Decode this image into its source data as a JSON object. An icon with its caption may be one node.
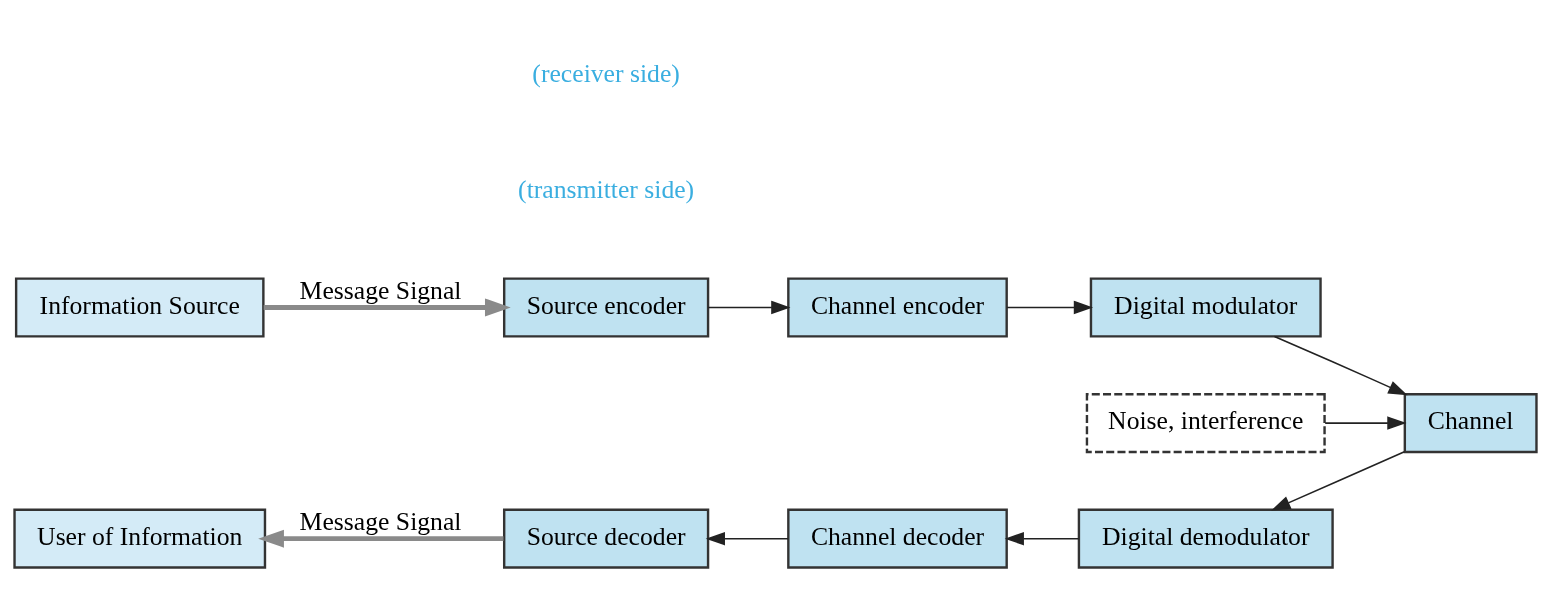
{
  "diagram": {
    "nodes": [
      {
        "text": [
          "Information Source"
        ]
      },
      {
        "text": [
          "Source encoder"
        ]
      },
      {
        "text": [
          "Channel encoder"
        ]
      },
      {
        "text": [
          "Digital modulator"
        ]
      },
      {
        "text": [
          "Noise, interference"
        ]
      },
      {
        "text": [
          "Channel"
        ]
      },
      {
        "text": [
          "Digital demodulator"
        ]
      },
      {
        "text": [
          "Channel decoder"
        ]
      },
      {
        "text": [
          "Source decoder"
        ]
      },
      {
        "text": [
          "User of Information"
        ]
      }
    ],
    "edges": [
      {
        "from": 0,
        "to": 1,
        "arrow": "to",
        "label": "Message Signal",
        "style": "thick",
        "color": "#8a8a8a"
      },
      {
        "from": 1,
        "to": 2,
        "arrow": "to"
      },
      {
        "from": 2,
        "to": 3,
        "arrow": "to"
      },
      {
        "from": 3,
        "to": 5,
        "arrow": "to"
      },
      {
        "from": 4,
        "to": 5,
        "arrow": "to"
      },
      {
        "from": 5,
        "to": 6,
        "arrow": "to"
      },
      {
        "from": 6,
        "to": 7,
        "arrow": "to"
      },
      {
        "from": 7,
        "to": 8,
        "arrow": "to"
      },
      {
        "from": 8,
        "to": 9,
        "arrow": "to",
        "label": "Message Signal",
        "style": "thick",
        "color": "#8a8a8a"
      }
    ],
    "labels": [
      "(transmitter side)",
      "(receiver side)"
    ]
  }
}
